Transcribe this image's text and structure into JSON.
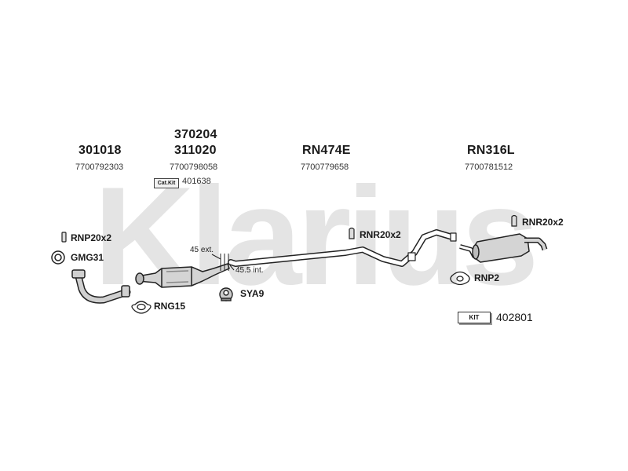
{
  "watermark": "Klarius",
  "colors": {
    "watermark": "#e4e4e4",
    "line": "#222222",
    "part_fill": "#d0d0d0",
    "text": "#1a1a1a"
  },
  "parts": {
    "front_pipe": {
      "code": "301018",
      "oem": "7700792303"
    },
    "catalyst": {
      "code_top": "370204",
      "code": "311020",
      "oem": "7700798058",
      "catkit_label": "Cat.Kit",
      "catkit_code": "401638"
    },
    "middle_pipe": {
      "code": "RN474E",
      "oem": "7700779658"
    },
    "rear_silencer": {
      "code": "RN316L",
      "oem": "7700781512"
    }
  },
  "fittings": {
    "rnp20x2": "RNP20x2",
    "gmg31": "GMG31",
    "rng15": "RNG15",
    "sya9": "SYA9",
    "rnr20x2_mid": "RNR20x2",
    "rnr20x2_rear": "RNR20x2",
    "rnp2": "RNP2"
  },
  "dimensions": {
    "ext": "45 ext.",
    "int": "45.5 int."
  },
  "kit": {
    "label": "KIT",
    "code": "402801"
  }
}
